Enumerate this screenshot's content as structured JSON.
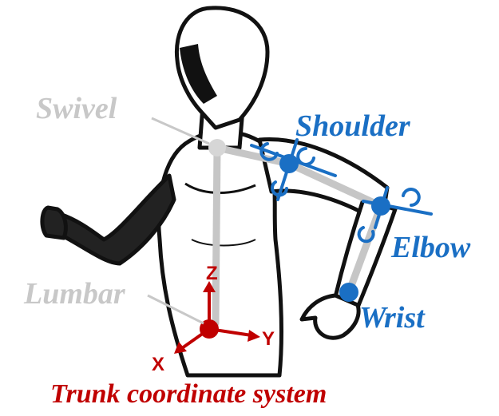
{
  "labels": {
    "swivel": "Swivel",
    "shoulder": "Shoulder",
    "elbow": "Elbow",
    "wrist": "Wrist",
    "lumbar": "Lumbar",
    "caption": "Trunk coordinate system"
  },
  "axes": {
    "z": "Z",
    "y": "Y",
    "x": "X"
  },
  "colors": {
    "arm_blue": "#1a6fc4",
    "trunk_red": "#c00000",
    "label_gray": "#c8c8c8",
    "link_gray": "#c6c6c6",
    "outline": "#111111"
  }
}
